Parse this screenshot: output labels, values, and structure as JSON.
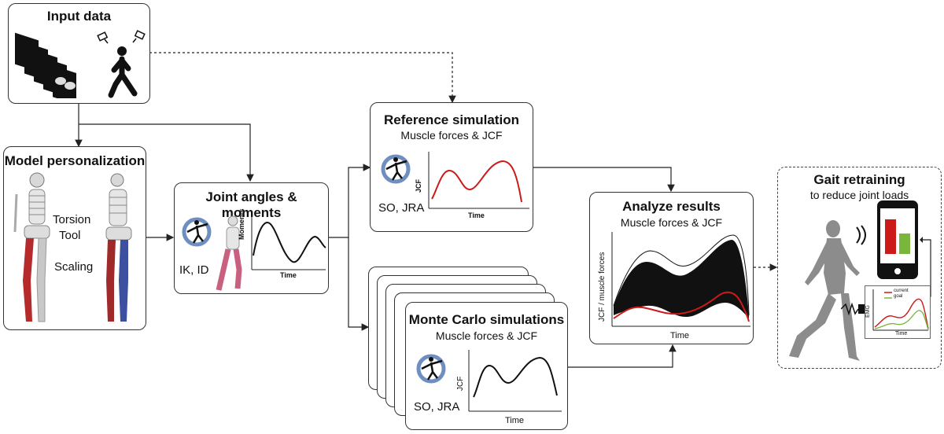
{
  "input": {
    "title": "Input data"
  },
  "model": {
    "title": "Model personalization",
    "tool1": "Torsion",
    "tool2": "Tool",
    "scaling": "Scaling"
  },
  "joint": {
    "title": "Joint angles & moments",
    "methods": "IK, ID",
    "ylabel": "Moments",
    "xlabel": "Time"
  },
  "reference": {
    "title": "Reference simulation",
    "subtitle": "Muscle forces & JCF",
    "methods": "SO, JRA",
    "ylabel": "JCF",
    "xlabel": "Time"
  },
  "montecarlo": {
    "title": "Monte Carlo simulations",
    "subtitle": "Muscle forces & JCF",
    "methods": "SO, JRA",
    "ylabel": "JCF",
    "xlabel": "Time"
  },
  "analyze": {
    "title": "Analyze results",
    "subtitle": "Muscle forces & JCF",
    "ylabel": "JCF / muscle forces",
    "xlabel": "Time"
  },
  "gait": {
    "title": "Gait retraining",
    "subtitle": "to reduce joint loads",
    "legend_current": "current",
    "legend_goal": "goal",
    "emg_label": "EMG",
    "xlabel": "Time"
  },
  "colors": {
    "red": "#cc1a1a",
    "blue": "#6f8fc0",
    "green": "#7bb63c",
    "figure_gray": "#8c8c8c"
  }
}
